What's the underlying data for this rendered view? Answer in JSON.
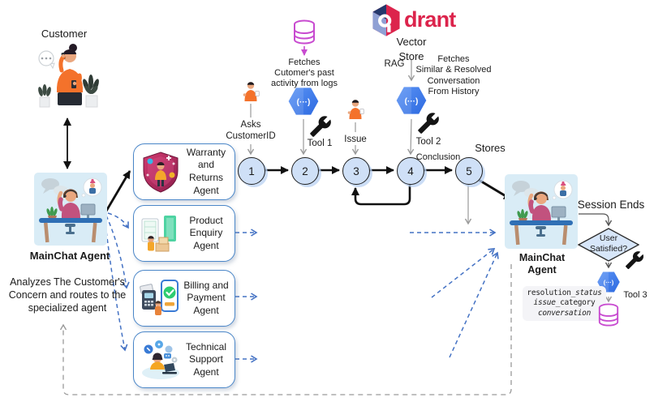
{
  "brand": {
    "name_suffix": "drant",
    "vector_store": "Vector Store"
  },
  "customer": {
    "label": "Customer"
  },
  "left_agent": {
    "label": "MainChat Agent",
    "description_lines": [
      "Analyzes The Customer's",
      "Concern and routes to the",
      "specialized agent"
    ]
  },
  "right_agent": {
    "label": "MainChat Agent"
  },
  "agents": [
    {
      "label": "Warranty and Returns Agent"
    },
    {
      "label": "Product Enquiry Agent"
    },
    {
      "label": "Billing and Payment Agent"
    },
    {
      "label": "Technical Support Agent"
    }
  ],
  "flow": {
    "steps": [
      "1",
      "2",
      "3",
      "4",
      "5"
    ],
    "asks_lines": [
      "Asks",
      "CustomerID"
    ],
    "tool1_label": "Tool 1",
    "tool1_desc_lines": [
      "Fetches",
      "Cutomer's past",
      "activity from logs"
    ],
    "issue_label": "Issue",
    "rag_label": "RAG",
    "tool2_label": "Tool 2",
    "tool2_desc_lines": [
      "Fetches",
      "Similar & Resolved",
      "Conversation",
      "From History"
    ],
    "conclusion_label": "Conclusion",
    "stores_label": "Stores",
    "code_icon": "(···)"
  },
  "session": {
    "ends_label": "Session Ends",
    "decision_label": "User Satisfied?",
    "tool3_label": "Tool 3",
    "record": {
      "l1a": "resolution_",
      "l1b": "status",
      "l2a": "issue_",
      "l2b": "category",
      "l3": "conversation"
    }
  },
  "colors": {
    "accent_red": "#DC244C",
    "hexagon_blue": "#3b78e7",
    "dashed_blue": "#4472C4",
    "magenta": "#C84BD0",
    "circle_fill": "#cfe0f7"
  }
}
